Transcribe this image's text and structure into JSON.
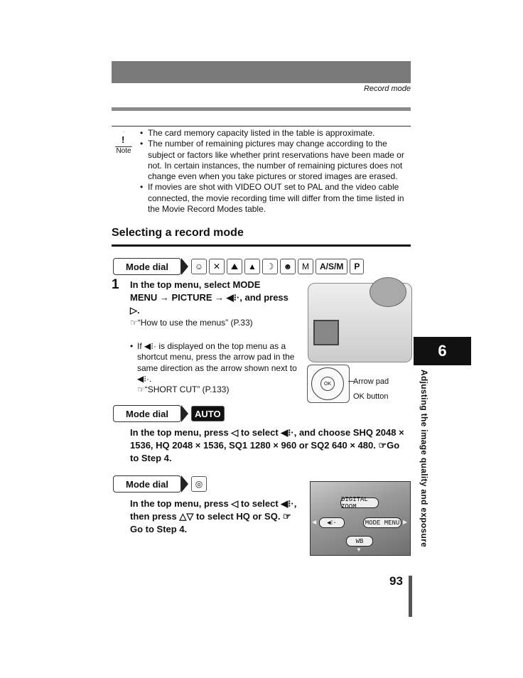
{
  "header": {
    "section": "Record mode"
  },
  "note": {
    "label": "Note",
    "items": [
      "The card memory capacity listed in the table is approximate.",
      "The number of remaining pictures may change according to the subject or factors like whether print reservations have been made or not. In certain instances, the number of remaining pictures does not change even when you take pictures or stored images are erased.",
      "If movies are shot with VIDEO OUT set to PAL and the video cable connected, the movie recording time will differ from the time listed in the Movie Record Modes table."
    ]
  },
  "section_title": "Selecting a record mode",
  "mode_dial_label": "Mode dial",
  "mode_icons_text": {
    "asm": "A/S/M",
    "p": "P"
  },
  "step1": {
    "number": "1",
    "instruction": "In the top menu, select MODE MENU → PICTURE → ◀⁝·, and press ▷.",
    "ref1": "☞“How to use the menus” (P.33)",
    "bullet": "If ◀⁝· is displayed on the top menu as a shortcut menu, press the arrow pad in the same direction as the arrow shown next to ◀⁝·.",
    "ref2": "☞“SHORT CUT” (P.133)"
  },
  "camera_labels": {
    "arrow_pad": "Arrow pad",
    "ok_button": "OK button",
    "ok": "OK"
  },
  "auto": {
    "icon": "AUTO",
    "instruction": "In the top menu, press ◁ to select ◀⁝·, and choose SHQ 2048 × 1536, HQ 2048 × 1536, SQ1 1280 × 960 or SQ2 640 × 480. ☞Go to Step 4."
  },
  "movie": {
    "instruction": "In the top menu, press ◁ to select ◀⁝·, then press △▽ to select HQ or SQ. ☞Go to Step 4."
  },
  "screen": {
    "digital_zoom": "DIGITAL ZOOM",
    "mode_menu": "MODE MENU",
    "wb": "WB"
  },
  "side_tab": {
    "number": "6",
    "title": "Adjusting the image quality and exposure"
  },
  "page_number": "93"
}
